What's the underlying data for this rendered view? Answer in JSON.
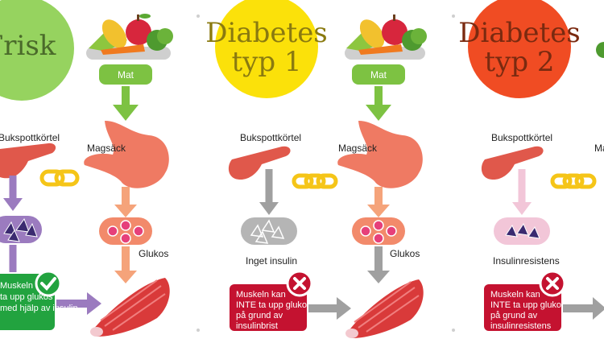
{
  "panels": [
    {
      "title_lines": [
        "Frisk"
      ],
      "circle_color": "#96d35f",
      "food_label": "Mat",
      "stomach_label": "Magsäck",
      "pancreas_label": "Bukspottkörtel",
      "glucose_label": "Glukos",
      "insulin_label": "",
      "muscle_box_lines": [
        "Muskeln kan",
        "ta upp glukos",
        "med hjälp av insulin"
      ],
      "muscle_box_color": "#22a33f",
      "status": "check"
    },
    {
      "title_lines": [
        "Diabetes",
        "typ 1"
      ],
      "circle_color": "#fbe10a",
      "food_label": "Mat",
      "stomach_label": "Magsäck",
      "pancreas_label": "Bukspottkörtel",
      "glucose_label": "Glukos",
      "insulin_label": "Inget insulin",
      "muscle_box_lines": [
        "Muskeln kan",
        "INTE ta upp glukos",
        "på grund av",
        "insulinbrist"
      ],
      "muscle_box_color": "#c41230",
      "status": "cross"
    },
    {
      "title_lines": [
        "Diabetes",
        "typ 2"
      ],
      "circle_color": "#f04c23",
      "food_label": "",
      "stomach_label": "Ma",
      "pancreas_label": "Bukspottkörtel",
      "glucose_label": "",
      "insulin_label": "Insulinresistens",
      "muscle_box_lines": [
        "Muskeln kan",
        "INTE ta upp glukos",
        "på grund av",
        "insulinresistens"
      ],
      "muscle_box_color": "#c41230",
      "status": "cross"
    }
  ],
  "colors": {
    "arrow_green": "#7dc242",
    "arrow_purple": "#9b7bbf",
    "arrow_gray": "#a0a0a0",
    "arrow_pink": "#f2c6d8",
    "chain": "#f5c518",
    "pancreas": "#e0584b",
    "stomach": "#ef7a63",
    "glucose_capsule": "#f28a6b"
  }
}
